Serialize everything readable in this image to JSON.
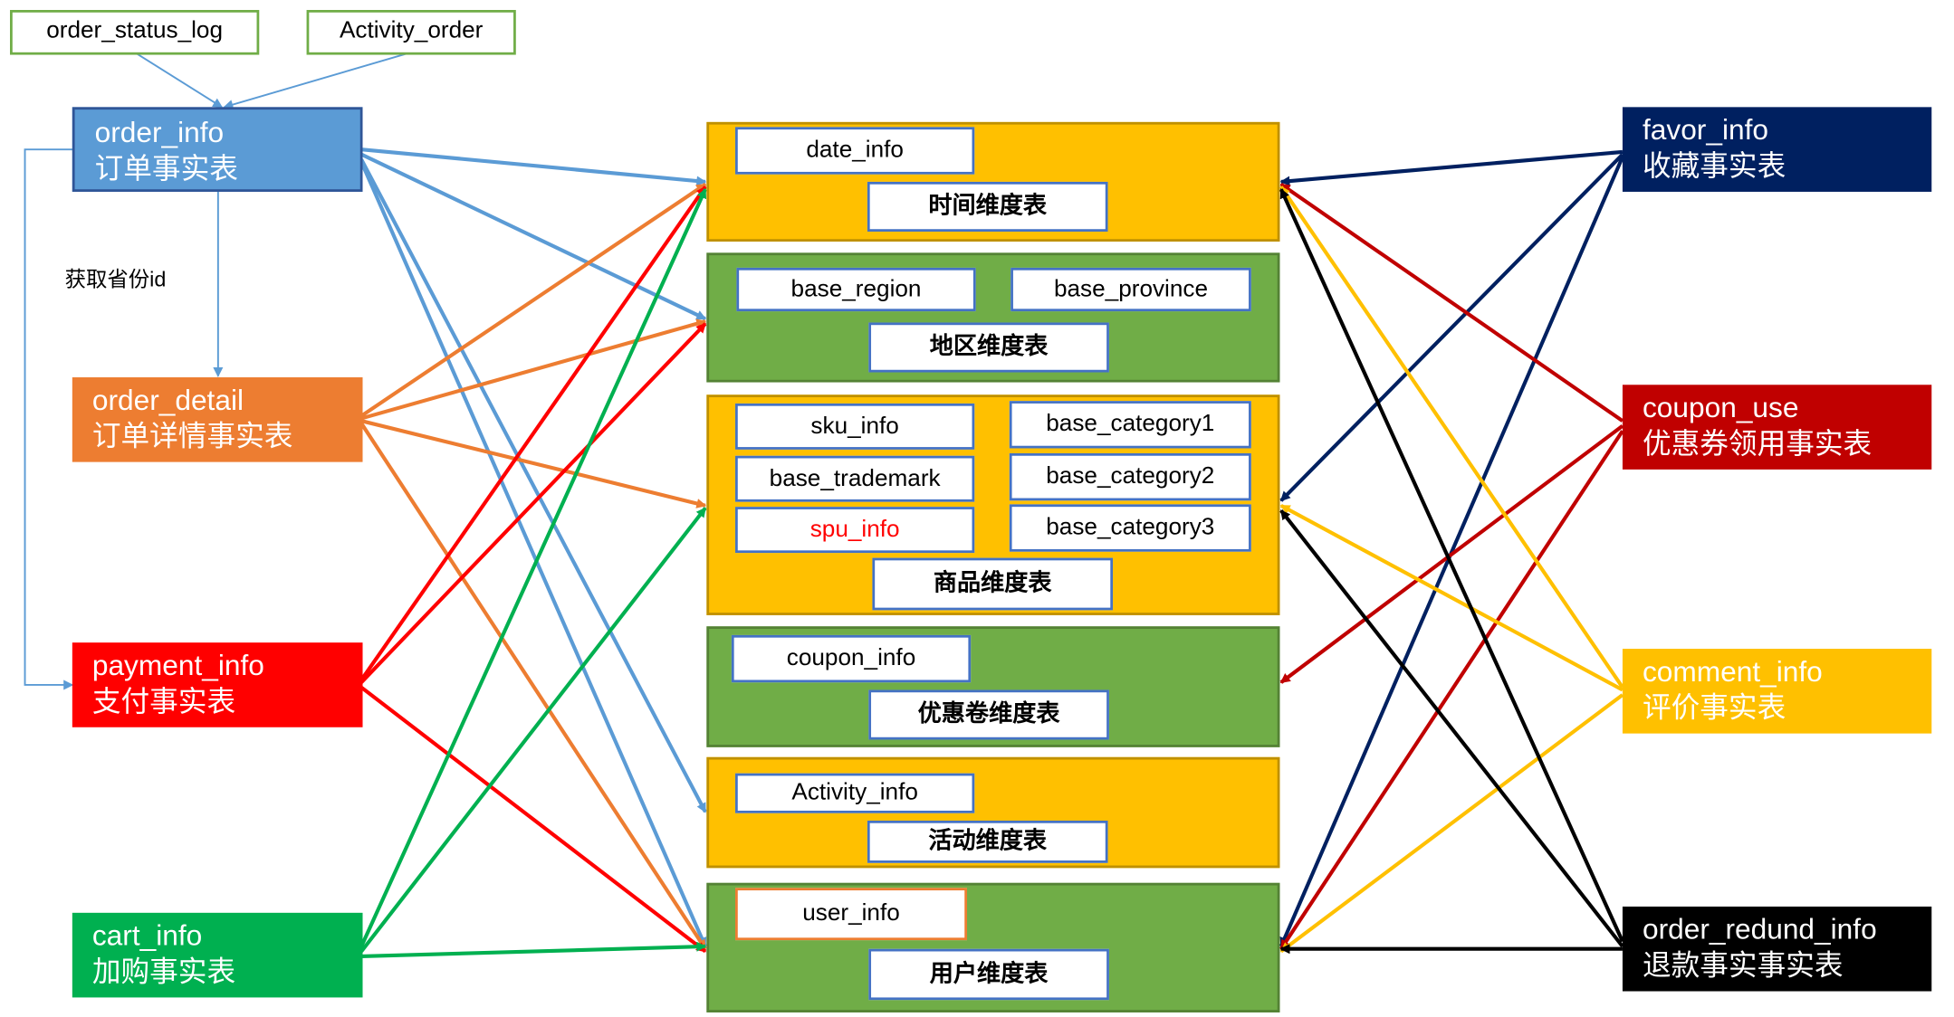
{
  "colors": {
    "blue": "#5b9bd5",
    "orange": "#ed7d31",
    "red": "#ff0000",
    "green": "#00b050",
    "navy": "#002060",
    "crimson": "#c00000",
    "yellow": "#ffc000",
    "black": "#000000",
    "panel_gold": "#ffc000",
    "panel_green": "#70ad47"
  },
  "source_tables": {
    "order_status_log": "order_status_log",
    "activity_order": "Activity_order"
  },
  "edge_note": "获取省份id",
  "facts_left": {
    "order_info": {
      "name": "order_info",
      "cn": "订单事实表"
    },
    "order_detail": {
      "name": "order_detail",
      "cn": "订单详情事实表"
    },
    "payment_info": {
      "name": "payment_info",
      "cn": "支付事实表"
    },
    "cart_info": {
      "name": "cart_info",
      "cn": "加购事实表"
    }
  },
  "facts_right": {
    "favor_info": {
      "name": "favor_info",
      "cn": "收藏事实表"
    },
    "coupon_use": {
      "name": "coupon_use",
      "cn": "优惠券领用事实表"
    },
    "comment_info": {
      "name": "comment_info",
      "cn": "评价事实表"
    },
    "order_redund_info": {
      "name": "order_redund_info",
      "cn": "退款事实事实表"
    }
  },
  "dimensions": {
    "time": {
      "label": "时间维度表",
      "tables": [
        "date_info"
      ]
    },
    "region": {
      "label": "地区维度表",
      "tables": [
        "base_region",
        "base_province"
      ]
    },
    "product": {
      "label": "商品维度表",
      "tables": [
        "sku_info",
        "base_trademark",
        "spu_info",
        "base_category1",
        "base_category2",
        "base_category3"
      ],
      "highlight_color": "#ff0000"
    },
    "coupon": {
      "label": "优惠卷维度表",
      "tables": [
        "coupon_info"
      ]
    },
    "activity": {
      "label": "活动维度表",
      "tables": [
        "Activity_info"
      ]
    },
    "user": {
      "label": "用户维度表",
      "tables": [
        "user_info"
      ],
      "highlight_border": "#ed7d31"
    }
  }
}
